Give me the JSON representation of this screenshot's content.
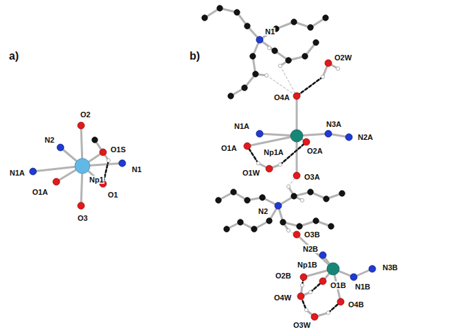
{
  "diagram": {
    "labels": [
      "a)",
      "O2",
      "N2",
      "N1A",
      "Np1",
      "O1S",
      "N1",
      "O1A",
      "O1",
      "O3",
      "b)",
      "N1",
      "O2W",
      "O4A",
      "N1A",
      "O1A",
      "Np1A",
      "O2A",
      "N3A",
      "N2A",
      "O1W",
      "O3A",
      "N2",
      "O3B",
      "O2B",
      "Np1B",
      "N2B",
      "O4W",
      "O1B",
      "N1B",
      "N3B",
      "O4B",
      "O3W"
    ]
  }
}
